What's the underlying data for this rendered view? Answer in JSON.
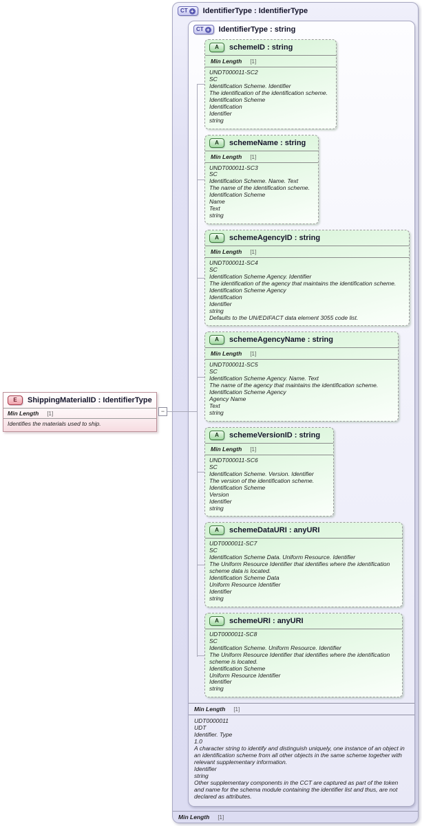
{
  "colors": {
    "attribute_fill": "#d5f3d5",
    "type_container_fill": "#dcdcf2",
    "element_fill": "#f6dce1",
    "separator": "#8b8b8b",
    "connector": "#a8a8b8",
    "badge_ct_border": "#6b6bb4",
    "badge_a_border": "#3f7a3f",
    "badge_e_border": "#a63848"
  },
  "element_box": {
    "badge": "E",
    "title": "ShippingMaterialID : IdentifierType",
    "facet_label": "Min Length",
    "facet_value": "[1]",
    "doc": "Identifies the materials used to ship."
  },
  "toggle_glyph": "−",
  "outer_type": {
    "badge": "CT",
    "plus": "+",
    "title": "IdentifierType : IdentifierType",
    "facet_label": "Min Length",
    "facet_value": "[1]"
  },
  "inner_type": {
    "badge": "CT",
    "plus": "+",
    "title": "IdentifierType : string",
    "facet_label": "Min Length",
    "facet_value": "[1]",
    "doc": "UDT0000011\nUDT\nIdentifier. Type\n1.0\nA character string to identify and distinguish uniquely, one instance of an object in an identification scheme from all other objects in the same scheme together with relevant supplementary information.\nIdentifier\nstring\nOther supplementary components in the CCT are captured as part of the token and name for the schema module containing the identifier list and thus, are not declared as attributes."
  },
  "attributes": [
    {
      "badge": "A",
      "title": "schemeID : string",
      "facet_label": "Min Length",
      "facet_value": "[1]",
      "doc": "UNDT000011-SC2\nSC\nIdentification Scheme. Identifier\nThe identification of the identification scheme.\nIdentification Scheme\nIdentification\nIdentifier\nstring"
    },
    {
      "badge": "A",
      "title": "schemeName : string",
      "facet_label": "Min Length",
      "facet_value": "[1]",
      "doc": "UNDT000011-SC3\nSC\nIdentification Scheme. Name. Text\nThe name of the identification scheme.\nIdentification Scheme\nName\nText\nstring"
    },
    {
      "badge": "A",
      "title": "schemeAgencyID : string",
      "facet_label": "Min Length",
      "facet_value": "[1]",
      "doc": "UNDT000011-SC4\nSC\nIdentification Scheme Agency. Identifier\nThe identification of the agency that maintains the identification scheme.\nIdentification Scheme Agency\nIdentification\nIdentifier\nstring\nDefaults to the UN/EDIFACT data element 3055 code list."
    },
    {
      "badge": "A",
      "title": "schemeAgencyName : string",
      "facet_label": "Min Length",
      "facet_value": "[1]",
      "doc": "UNDT000011-SC5\nSC\nIdentification Scheme Agency. Name. Text\nThe name of the agency that maintains the identification scheme.\nIdentification Scheme Agency\nAgency Name\nText\nstring"
    },
    {
      "badge": "A",
      "title": "schemeVersionID : string",
      "facet_label": "Min Length",
      "facet_value": "[1]",
      "doc": "UNDT000011-SC6\nSC\nIdentification Scheme. Version. Identifier\nThe version of the identification scheme.\nIdentification Scheme\nVersion\nIdentifier\nstring"
    },
    {
      "badge": "A",
      "title": "schemeDataURI : anyURI",
      "doc": "UDT0000011-SC7\nSC\nIdentification Scheme Data. Uniform Resource. Identifier\nThe Uniform Resource Identifier that identifies where the identification scheme data is located.\nIdentification Scheme Data\nUniform Resource Identifier\nIdentifier\nstring"
    },
    {
      "badge": "A",
      "title": "schemeURI : anyURI",
      "doc": "UDT0000011-SC8\nSC\nIdentification Scheme. Uniform Resource. Identifier\nThe Uniform Resource Identifier that identifies where the identification scheme is located.\nIdentification Scheme\nUniform Resource Identifier\nIdentifier\nstring"
    }
  ]
}
